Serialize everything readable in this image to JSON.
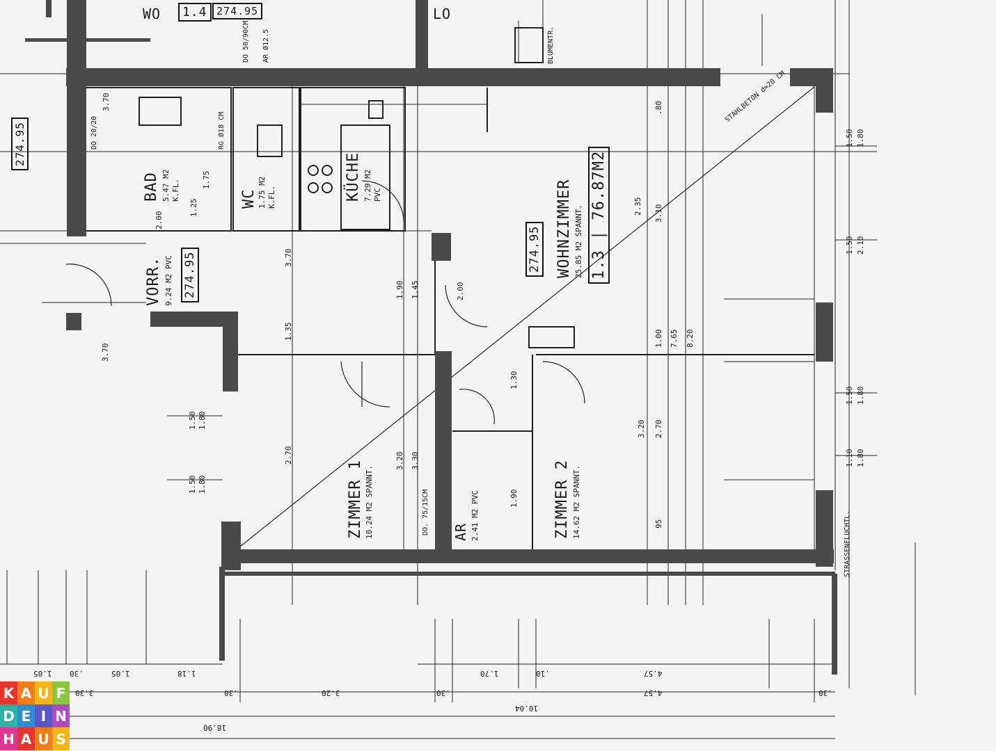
{
  "rooms": {
    "wohnzimmer": {
      "name": "WOHNZIMMER",
      "area": "25.85 M2 SPANNT.",
      "unit_no": "1.3",
      "unit_area": "76.87M2",
      "level": "274.95"
    },
    "zimmer1": {
      "name": "ZIMMER 1",
      "area": "10.24 M2 SPANNT."
    },
    "zimmer2": {
      "name": "ZIMMER 2",
      "area": "14.62 M2 SPANNT."
    },
    "kueche": {
      "name": "KÜCHE",
      "area": "7.29 M2",
      "floor": "PVC"
    },
    "bad": {
      "name": "BAD",
      "area": "5.47 M2",
      "floor": "K.FL."
    },
    "wc": {
      "name": "WC",
      "area": "1.75 M2",
      "floor": "K.FL."
    },
    "vorraum": {
      "name": "VORR.",
      "area": "9.24 M2 PVC",
      "level": "274.95"
    },
    "ar": {
      "name": "AR",
      "area": "2.41 M2 PVC"
    },
    "neighbour_wo": {
      "name": "WO",
      "unit": "1.4",
      "level": "274.95"
    },
    "neighbour_lo": {
      "name": "LO"
    },
    "left_level": "274.95"
  },
  "notes": {
    "stahlbeton": "STAHLBETON",
    "stahlbeton_thick": "d=20 CM",
    "strassenflucht": "STRASSENFLUCHTL.",
    "blumentrog": "BLUMENTR.",
    "decke_zimmer": "DO. 75/15CM",
    "decke_bad": "DO 20/20",
    "rg": "RG Ø18 CM",
    "ar_note": "AR Ø12.5",
    "dd_note": "DO 50/90CM"
  },
  "right_dims": [
    {
      "top": "1.50",
      "bottom": "1.80"
    },
    {
      "top": "1.50",
      "bottom": "2.10"
    },
    {
      "top": "1.50",
      "bottom": "1.80"
    },
    {
      "top": "1.10",
      "bottom": "1.80"
    }
  ],
  "left_dims": [
    {
      "top": "1.50",
      "bottom": "1.80"
    },
    {
      "top": "1.50",
      "bottom": "1.80"
    }
  ],
  "bottom_dims": {
    "row1": [
      "1.05",
      ".30",
      "1.05",
      "1.18",
      "1.70",
      ".10",
      "4.57"
    ],
    "row2": [
      "3.30",
      ".30",
      "3.20",
      ".30",
      "4.57",
      ".30"
    ],
    "row3": [
      "10.04",
      "18.90"
    ]
  },
  "interior_dims": [
    "3.70",
    "2.00",
    "1.75",
    "1.25",
    "3.70",
    "1.90",
    "1.45",
    "3.20",
    "3.30",
    "2.70",
    "1.35",
    "1.90",
    "3.20",
    "2.70",
    ".80",
    "1.00",
    "7.65",
    "8.20",
    "3.10",
    "2.35",
    "1.30",
    "2.00",
    "3.70",
    "95"
  ],
  "logo": {
    "row1": [
      "K",
      "A",
      "U",
      "F"
    ],
    "row2": [
      "D",
      "E",
      "I",
      "N"
    ],
    "row3": [
      "H",
      "A",
      "U",
      "S"
    ]
  },
  "colors": {
    "wall": "#4a4a4a",
    "line": "#1f1f1f",
    "paper": "#f4f4f2"
  }
}
